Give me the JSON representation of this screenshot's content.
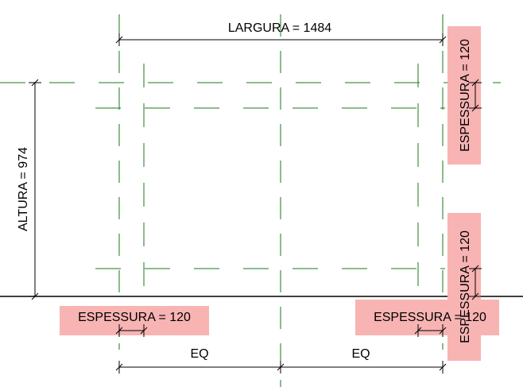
{
  "view": {
    "colors": {
      "background": "#ffffff",
      "reference_plane": "#1a7a1a",
      "dimension_line": "#000000",
      "highlight": "#f8b3b3"
    }
  },
  "dimensions": {
    "largura": "LARGURA = 1484",
    "altura": "ALTURA = 974",
    "espessura_top_right": "ESPESSURA = 120",
    "espessura_right_lower": "ESPESSURA = 120",
    "espessura_bottom_left": "ESPESSURA = 120",
    "espessura_bottom_right": "ESPESSURA = 120",
    "eq_left": "EQ",
    "eq_right": "EQ"
  }
}
